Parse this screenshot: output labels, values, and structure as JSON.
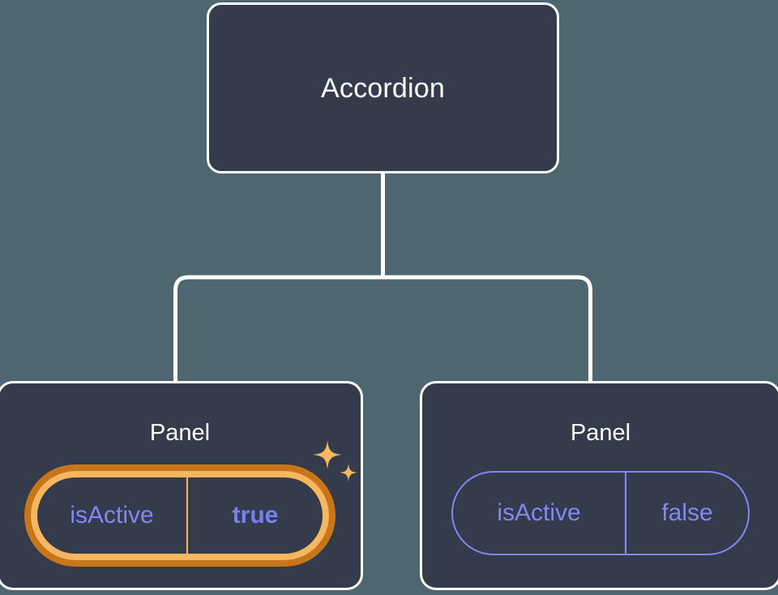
{
  "canvas": {
    "background_color": "#4d6670",
    "node_fill_color": "#343b4a",
    "node_border_color": "#ffffff",
    "connector_color": "#ffffff",
    "accent_highlight_color": "#f7b75f",
    "accent_highlight_glow_color": "#c9761a",
    "prop_color": "#8287f5"
  },
  "tree": {
    "root": {
      "title": "Accordion"
    },
    "children": [
      {
        "title": "Panel",
        "highlighted": true,
        "prop": {
          "key": "isActive",
          "value": "true",
          "value_bold": true
        },
        "sparkle_icons": [
          "sparkle-large-icon",
          "sparkle-small-icon"
        ]
      },
      {
        "title": "Panel",
        "highlighted": false,
        "prop": {
          "key": "isActive",
          "value": "false",
          "value_bold": false
        }
      }
    ]
  }
}
